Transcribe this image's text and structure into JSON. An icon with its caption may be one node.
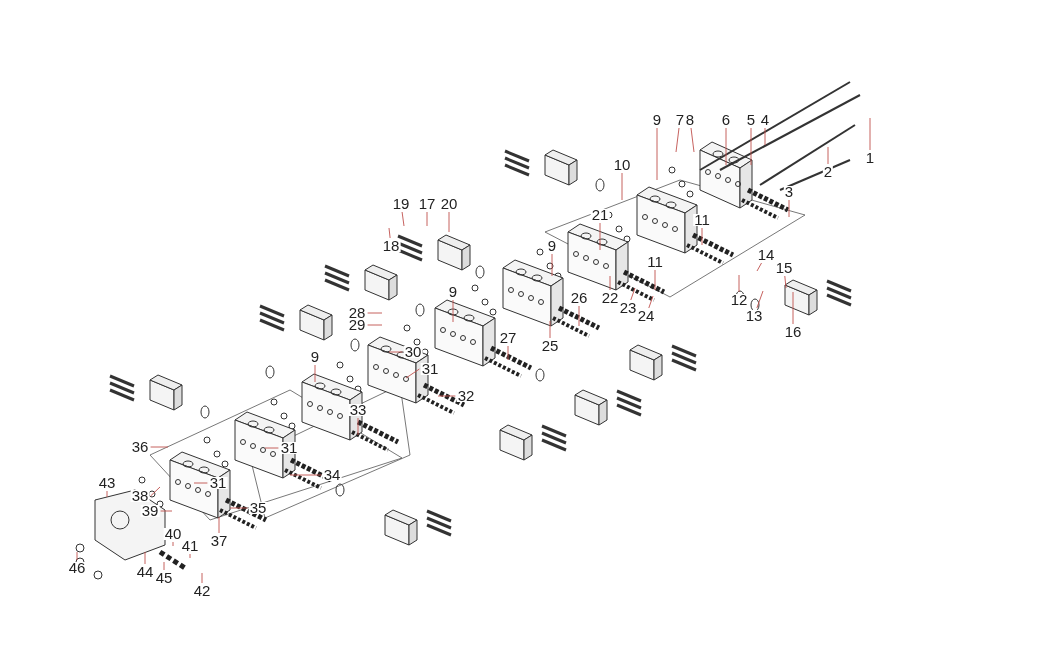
{
  "diagram": {
    "nodes": [
      {
        "text": [
          "9"
        ]
      },
      {
        "text": [
          "7"
        ]
      },
      {
        "text": [
          "8"
        ]
      },
      {
        "text": [
          "6"
        ]
      },
      {
        "text": [
          "5"
        ]
      },
      {
        "text": [
          "4"
        ]
      },
      {
        "text": [
          "1"
        ]
      },
      {
        "text": [
          "10"
        ]
      },
      {
        "text": [
          "2"
        ]
      },
      {
        "text": [
          "3"
        ]
      },
      {
        "text": [
          "19"
        ]
      },
      {
        "text": [
          "17"
        ]
      },
      {
        "text": [
          "20"
        ]
      },
      {
        "text": [
          "21"
        ]
      },
      {
        "text": [
          "11"
        ]
      },
      {
        "text": [
          "18"
        ]
      },
      {
        "text": [
          "9"
        ]
      },
      {
        "text": [
          "14"
        ]
      },
      {
        "text": [
          "15"
        ]
      },
      {
        "text": [
          "11"
        ]
      },
      {
        "text": [
          "9"
        ]
      },
      {
        "text": [
          "26"
        ]
      },
      {
        "text": [
          "22"
        ]
      },
      {
        "text": [
          "12"
        ]
      },
      {
        "text": [
          "23"
        ]
      },
      {
        "text": [
          "28"
        ]
      },
      {
        "text": [
          "13"
        ]
      },
      {
        "text": [
          "24"
        ]
      },
      {
        "text": [
          "29"
        ]
      },
      {
        "text": [
          "16"
        ]
      },
      {
        "text": [
          "27"
        ]
      },
      {
        "text": [
          "25"
        ]
      },
      {
        "text": [
          "30"
        ]
      },
      {
        "text": [
          "9"
        ]
      },
      {
        "text": [
          "31"
        ]
      },
      {
        "text": [
          "32"
        ]
      },
      {
        "text": [
          "33"
        ]
      },
      {
        "text": [
          "36"
        ]
      },
      {
        "text": [
          "31"
        ]
      },
      {
        "text": [
          "34"
        ]
      },
      {
        "text": [
          "31"
        ]
      },
      {
        "text": [
          "43"
        ]
      },
      {
        "text": [
          "38"
        ]
      },
      {
        "text": [
          "35"
        ]
      },
      {
        "text": [
          "39"
        ]
      },
      {
        "text": [
          "40"
        ]
      },
      {
        "text": [
          "37"
        ]
      },
      {
        "text": [
          "41"
        ]
      },
      {
        "text": [
          "46"
        ]
      },
      {
        "text": [
          "44"
        ]
      },
      {
        "text": [
          "45"
        ]
      },
      {
        "text": [
          "42"
        ]
      }
    ],
    "edges": [
      {
        "from": 0,
        "to": null,
        "arrow": "none"
      },
      {
        "from": 1,
        "to": null,
        "arrow": "none"
      },
      {
        "from": 2,
        "to": null,
        "arrow": "none"
      },
      {
        "from": 3,
        "to": null,
        "arrow": "none"
      },
      {
        "from": 4,
        "to": null,
        "arrow": "none"
      },
      {
        "from": 5,
        "to": null,
        "arrow": "none"
      },
      {
        "from": 6,
        "to": null,
        "arrow": "none"
      },
      {
        "from": 7,
        "to": null,
        "arrow": "none"
      },
      {
        "from": 8,
        "to": null,
        "arrow": "none"
      },
      {
        "from": 9,
        "to": null,
        "arrow": "none"
      },
      {
        "from": 10,
        "to": null,
        "arrow": "none"
      },
      {
        "from": 11,
        "to": null,
        "arrow": "none"
      },
      {
        "from": 12,
        "to": null,
        "arrow": "none"
      },
      {
        "from": 13,
        "to": null,
        "arrow": "none"
      },
      {
        "from": 14,
        "to": null,
        "arrow": "none"
      },
      {
        "from": 15,
        "to": null,
        "arrow": "none"
      },
      {
        "from": 16,
        "to": null,
        "arrow": "none"
      },
      {
        "from": 17,
        "to": null,
        "arrow": "none"
      },
      {
        "from": 18,
        "to": null,
        "arrow": "none"
      },
      {
        "from": 19,
        "to": null,
        "arrow": "none"
      },
      {
        "from": 20,
        "to": null,
        "arrow": "none"
      },
      {
        "from": 21,
        "to": null,
        "arrow": "none"
      },
      {
        "from": 22,
        "to": null,
        "arrow": "none"
      },
      {
        "from": 23,
        "to": null,
        "arrow": "none"
      },
      {
        "from": 24,
        "to": null,
        "arrow": "none"
      },
      {
        "from": 25,
        "to": null,
        "arrow": "none"
      },
      {
        "from": 26,
        "to": null,
        "arrow": "none"
      },
      {
        "from": 27,
        "to": null,
        "arrow": "none"
      },
      {
        "from": 28,
        "to": null,
        "arrow": "none"
      },
      {
        "from": 29,
        "to": null,
        "arrow": "none"
      },
      {
        "from": 30,
        "to": null,
        "arrow": "none"
      },
      {
        "from": 31,
        "to": null,
        "arrow": "none"
      },
      {
        "from": 32,
        "to": null,
        "arrow": "none"
      },
      {
        "from": 33,
        "to": null,
        "arrow": "none"
      },
      {
        "from": 34,
        "to": null,
        "arrow": "none"
      },
      {
        "from": 35,
        "to": null,
        "arrow": "none"
      },
      {
        "from": 36,
        "to": null,
        "arrow": "none"
      },
      {
        "from": 37,
        "to": null,
        "arrow": "none"
      },
      {
        "from": 38,
        "to": null,
        "arrow": "none"
      },
      {
        "from": 39,
        "to": null,
        "arrow": "none"
      },
      {
        "from": 40,
        "to": null,
        "arrow": "none"
      },
      {
        "from": 41,
        "to": null,
        "arrow": "none"
      },
      {
        "from": 42,
        "to": null,
        "arrow": "none"
      },
      {
        "from": 43,
        "to": null,
        "arrow": "none"
      },
      {
        "from": 44,
        "to": null,
        "arrow": "none"
      },
      {
        "from": 45,
        "to": null,
        "arrow": "none"
      },
      {
        "from": 46,
        "to": null,
        "arrow": "none"
      },
      {
        "from": 47,
        "to": null,
        "arrow": "none"
      },
      {
        "from": 48,
        "to": null,
        "arrow": "none"
      },
      {
        "from": 49,
        "to": null,
        "arrow": "none"
      },
      {
        "from": 50,
        "to": null,
        "arrow": "none"
      },
      {
        "from": 51,
        "to": null,
        "arrow": "none"
      }
    ]
  }
}
